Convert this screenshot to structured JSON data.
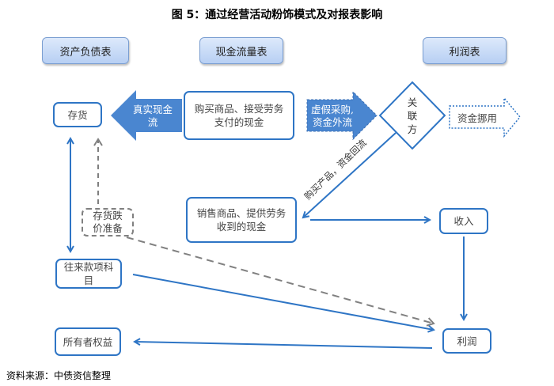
{
  "title": "图 5：通过经营活动粉饰模式及对报表影响",
  "headers": {
    "balance_sheet": "资产负债表",
    "cash_flow": "现金流量表",
    "income_statement": "利润表"
  },
  "nodes": {
    "inventory": "存货",
    "cash_paid": [
      "购买商品、接受劳务",
      "支付的现金"
    ],
    "related_party": [
      "关",
      "联",
      "方"
    ],
    "fund_misuse": "资金挪用",
    "inventory_impairment": [
      "存货跌",
      "价准备"
    ],
    "cash_received": [
      "销售商品、提供劳务",
      "收到的现金"
    ],
    "revenue": "收入",
    "receivables": [
      "往来款项科",
      "目"
    ],
    "equity": "所有者权益",
    "profit": "利润"
  },
  "arrow_labels": {
    "real_cash_flow": [
      "真实现金",
      "流"
    ],
    "fake_purchase": [
      "虚假采购,",
      "资金外流"
    ],
    "buy_back": "购买产品，资金回流"
  },
  "colors": {
    "primary_blue": "#2e75c5",
    "arrow_fill": "#4a86d0",
    "dashed_gray": "#808080",
    "header_fill": "#c7dbf7"
  },
  "source": "资料来源：中债资信整理"
}
